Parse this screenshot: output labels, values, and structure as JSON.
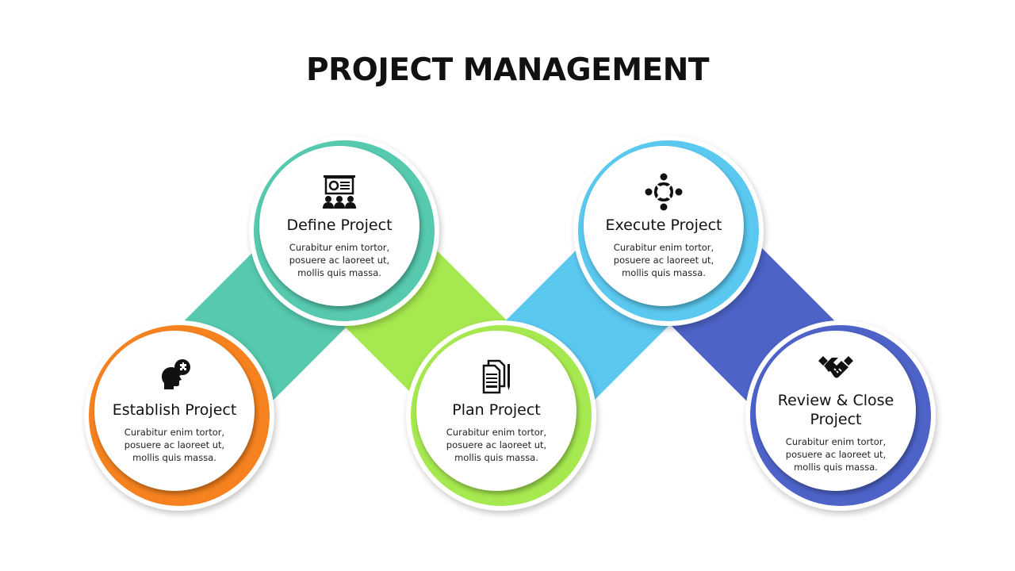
{
  "title": "PROJECT MANAGEMENT",
  "colors": {
    "orange": "#F5821F",
    "teal": "#56C9AE",
    "green": "#A6E84F",
    "blue": "#5BC8F0",
    "indigo": "#4D63C8"
  },
  "steps": [
    {
      "label": "Establish Project",
      "description": "Curabitur enim tortor, posuere ac laoreet ut, mollis quis massa.",
      "icon": "head-puzzle-icon",
      "color": "#F5821F"
    },
    {
      "label": "Define Project",
      "description": "Curabitur enim tortor, posuere ac laoreet ut, mollis quis massa.",
      "icon": "presentation-audience-icon",
      "color": "#56C9AE"
    },
    {
      "label": "Plan Project",
      "description": "Curabitur enim tortor, posuere ac laoreet ut, mollis quis massa.",
      "icon": "documents-pen-icon",
      "color": "#A6E84F"
    },
    {
      "label": "Execute Project",
      "description": "Curabitur enim tortor, posuere ac laoreet ut, mollis quis massa.",
      "icon": "team-circle-icon",
      "color": "#5BC8F0"
    },
    {
      "label": "Review & Close Project",
      "description": "Curabitur enim tortor, posuere ac laoreet ut, mollis quis massa.",
      "icon": "handshake-icon",
      "color": "#4D63C8"
    }
  ]
}
